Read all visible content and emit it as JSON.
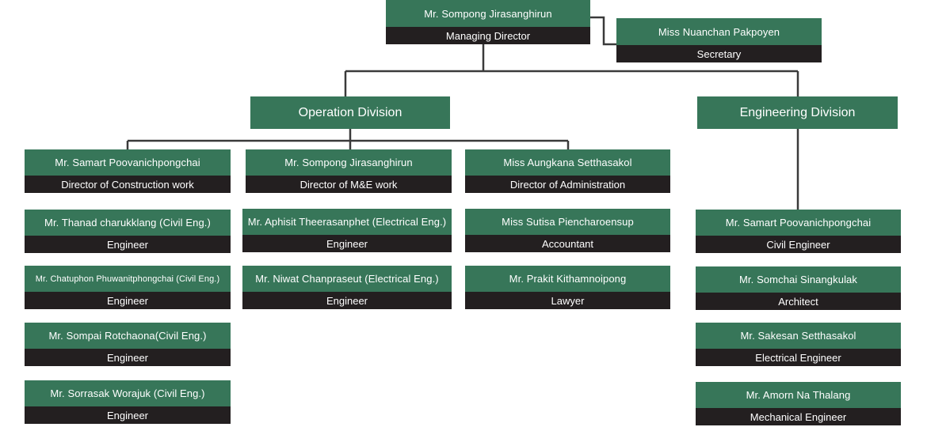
{
  "chart_data": {
    "type": "org-chart",
    "colors": {
      "name_bg": "#377659",
      "role_bg": "#231f20",
      "line": "#3a3a3a",
      "text": "#ffffff"
    },
    "top": {
      "managing_director": {
        "name": "Mr. Sompong  Jirasanghirun",
        "role": "Managing Director"
      },
      "secretary": {
        "name": "Miss Nuanchan Pakpoyen",
        "role": "Secretary"
      }
    },
    "divisions": [
      {
        "name": "Operation Division",
        "departments": [
          {
            "head": {
              "name": "Mr. Samart Poovanichpongchai",
              "role": "Director of Construction work"
            },
            "members": [
              {
                "name": "Mr. Thanad charukklang (Civil Eng.)",
                "role": "Engineer"
              },
              {
                "name": "Mr. Chatuphon Phuwanitphongchai  (Civil Eng.)",
                "role": "Engineer"
              },
              {
                "name": "Mr. Sompai Rotchaona(Civil Eng.)",
                "role": "Engineer"
              },
              {
                "name": "Mr. Sorrasak Worajuk (Civil Eng.)",
                "role": "Engineer"
              }
            ]
          },
          {
            "head": {
              "name": "Mr. Sompong Jirasanghirun",
              "role": "Director of M&E work"
            },
            "members": [
              {
                "name": "Mr. Aphisit Theerasanphet (Electrical Eng.)",
                "role": "Engineer"
              },
              {
                "name": "Mr. Niwat Chanpraseut (Electrical Eng.)",
                "role": "Engineer"
              }
            ]
          },
          {
            "head": {
              "name": "Miss Aungkana Setthasakol",
              "role": "Director of Administration"
            },
            "members": [
              {
                "name": "Miss Sutisa  Piencharoensup",
                "role": "Accountant"
              },
              {
                "name": "Mr. Prakit Kithamnoipong",
                "role": "Lawyer"
              }
            ]
          }
        ]
      },
      {
        "name": "Engineering Division",
        "members": [
          {
            "name": "Mr. Samart Poovanichpongchai",
            "role": "Civil Engineer"
          },
          {
            "name": "Mr. Somchai Sinangkulak",
            "role": "Architect"
          },
          {
            "name": "Mr. Sakesan  Setthasakol",
            "role": "Electrical Engineer"
          },
          {
            "name": "Mr. Amorn Na Thalang",
            "role": "Mechanical Engineer"
          }
        ]
      }
    ]
  }
}
